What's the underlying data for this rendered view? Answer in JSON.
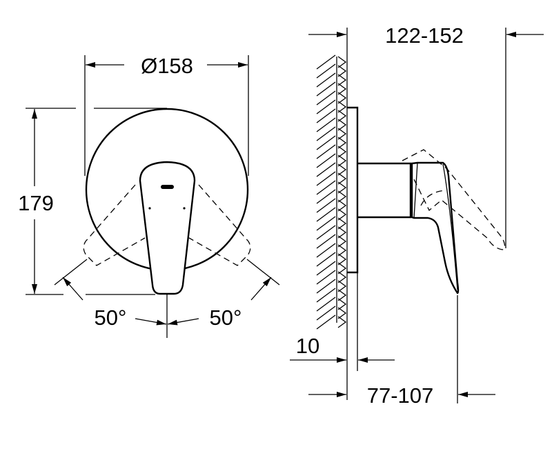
{
  "front_view": {
    "diameter_label": "Ø158",
    "height_label": "179",
    "angle_left_label": "50°",
    "angle_right_label": "50°"
  },
  "side_view": {
    "projection_label": "122-152",
    "plate_label": "10",
    "depth_label": "77-107"
  },
  "colors": {
    "line": "#000000",
    "background": "#ffffff"
  }
}
